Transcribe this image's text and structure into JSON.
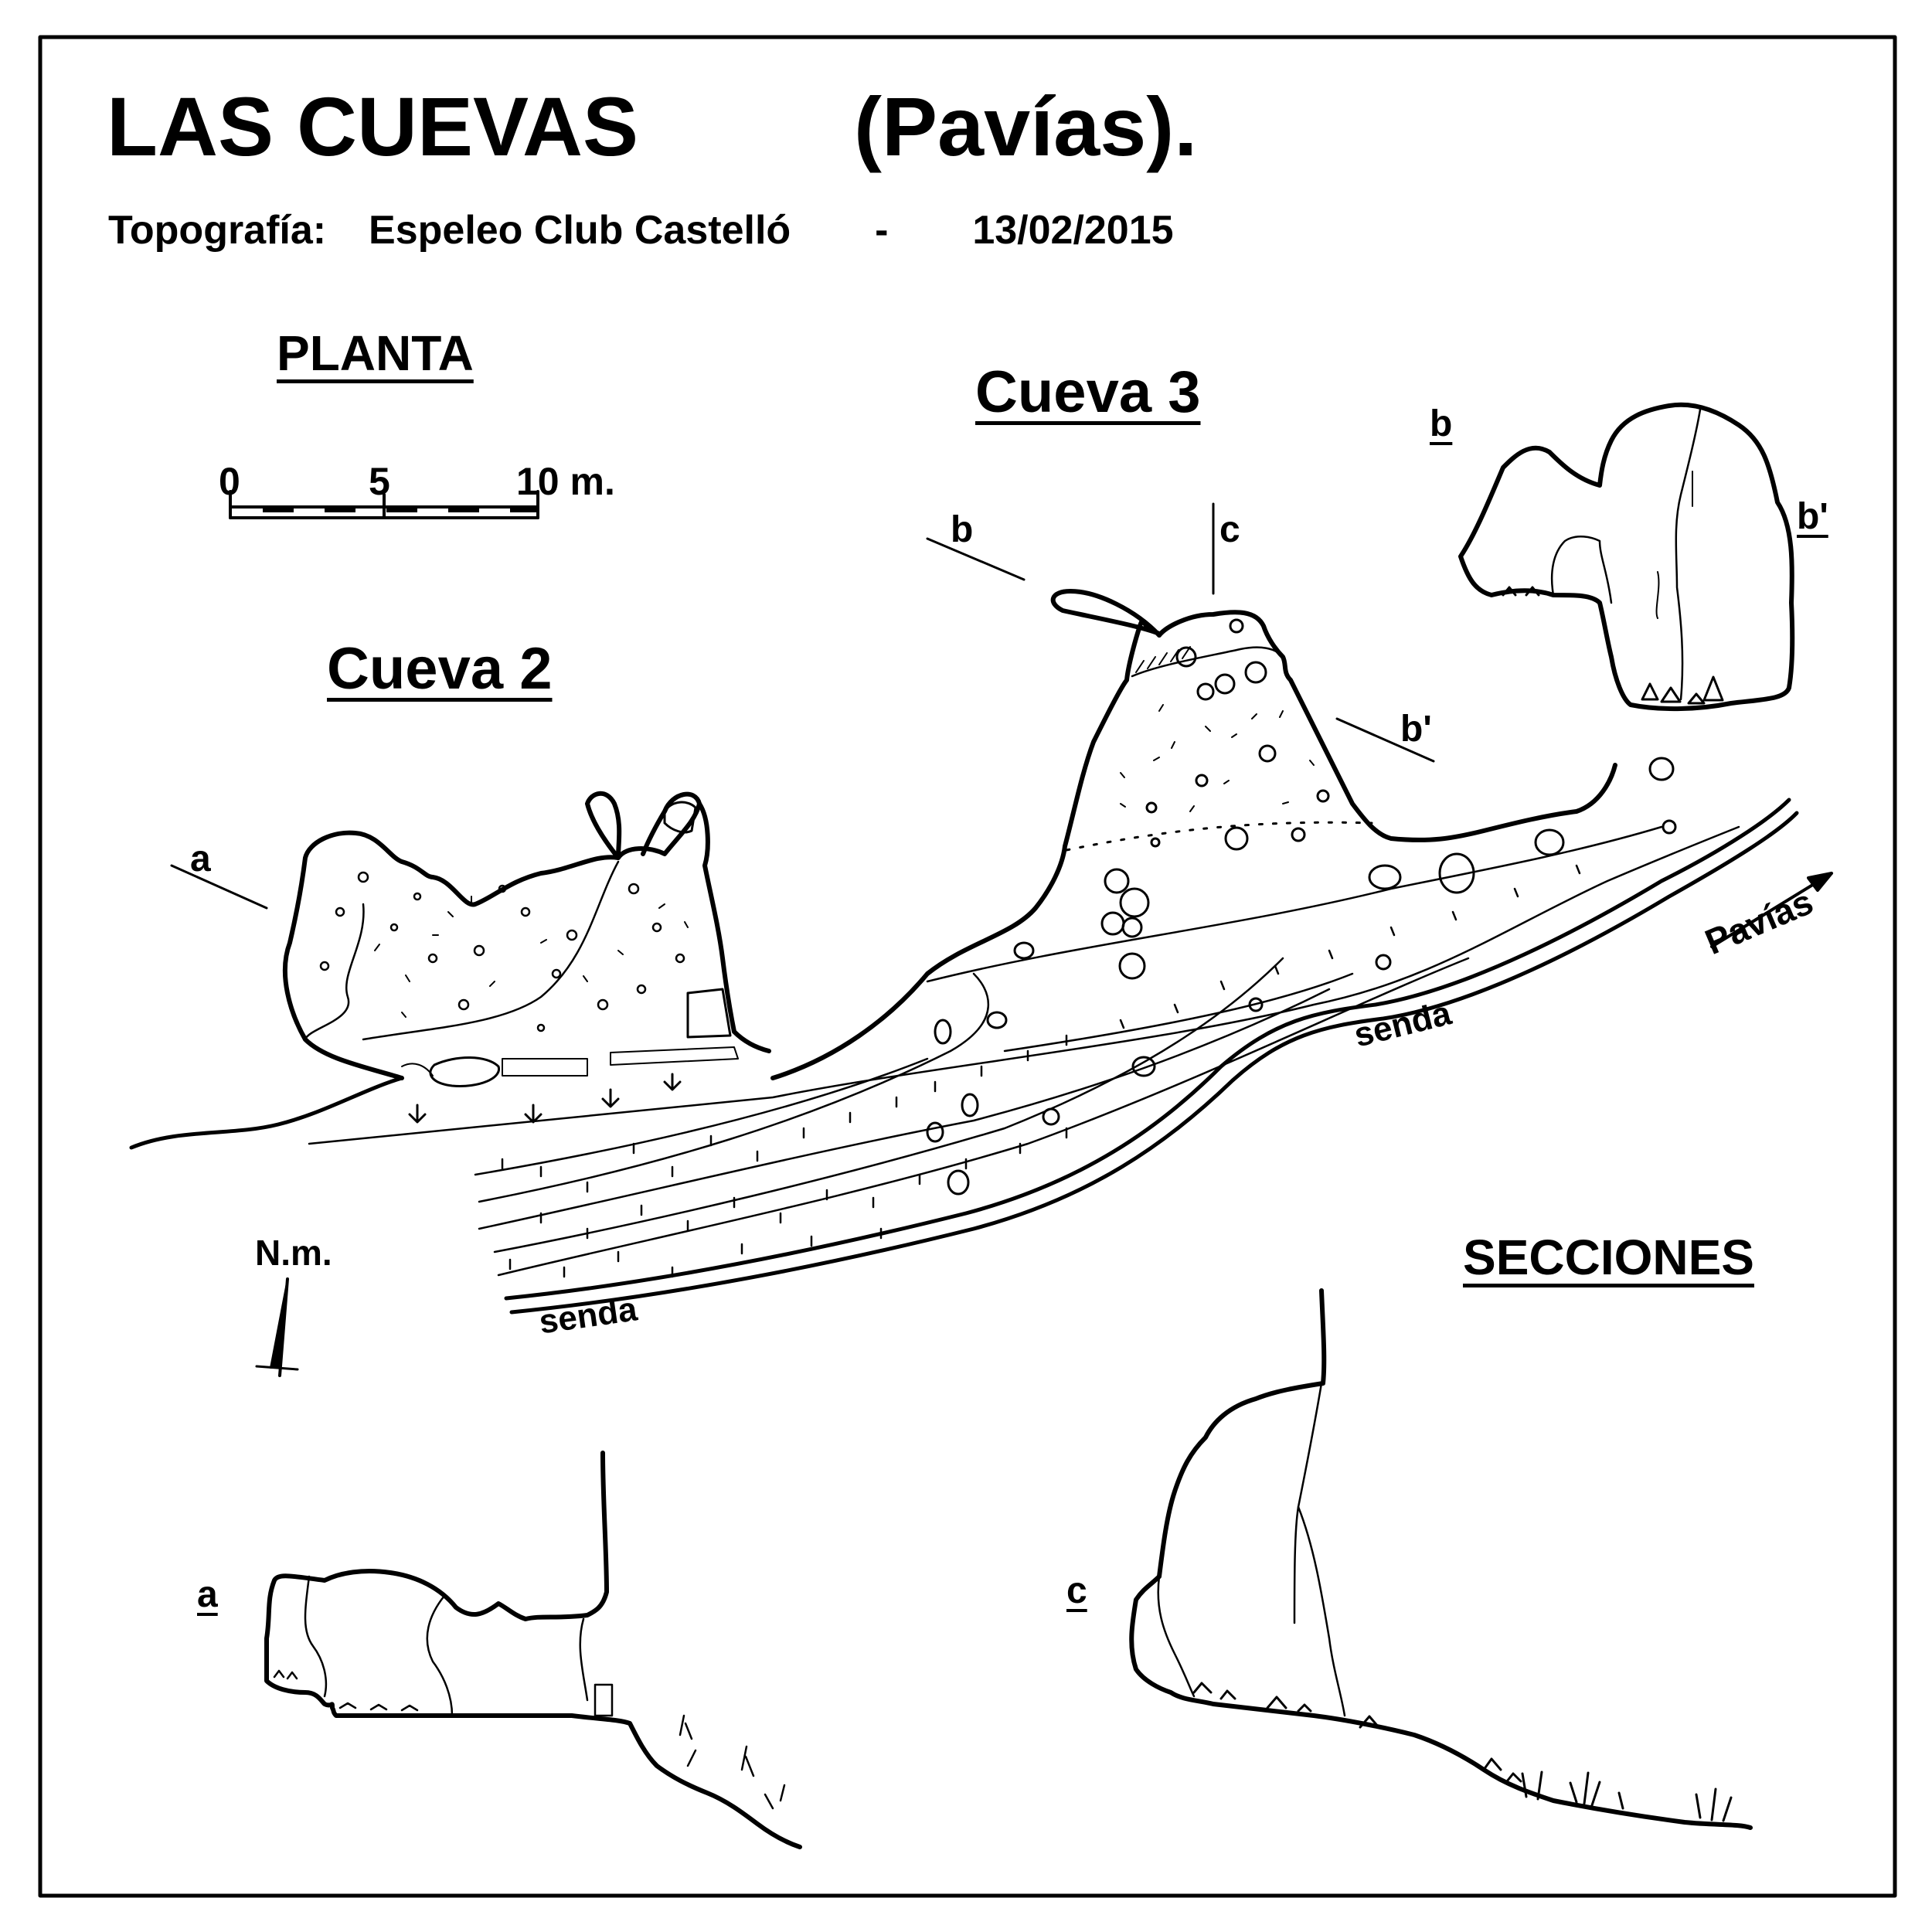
{
  "title": {
    "main": "LAS  CUEVAS",
    "location": "(Pavías)."
  },
  "credits": {
    "label": "Topografía:",
    "author": "Espeleo Club Castelló",
    "separator": "-",
    "date": "13/02/2015"
  },
  "headings": {
    "plan": "PLANTA",
    "sections": "SECCIONES"
  },
  "caves": {
    "cave2": "Cueva  2",
    "cave3": "Cueva  3"
  },
  "scale": {
    "tick0": "0",
    "tick5": "5",
    "tick10": "10 m."
  },
  "north": {
    "label": "N.m."
  },
  "paths": {
    "senda_upper": "senda",
    "senda_lower": "senda",
    "direction": "Pavías"
  },
  "section_cuts": {
    "a": "a",
    "b": "b",
    "c": "c",
    "b_prime": "b'"
  },
  "section_profiles": {
    "a": "a",
    "b": "b",
    "b_prime": "b'",
    "c": "c"
  }
}
